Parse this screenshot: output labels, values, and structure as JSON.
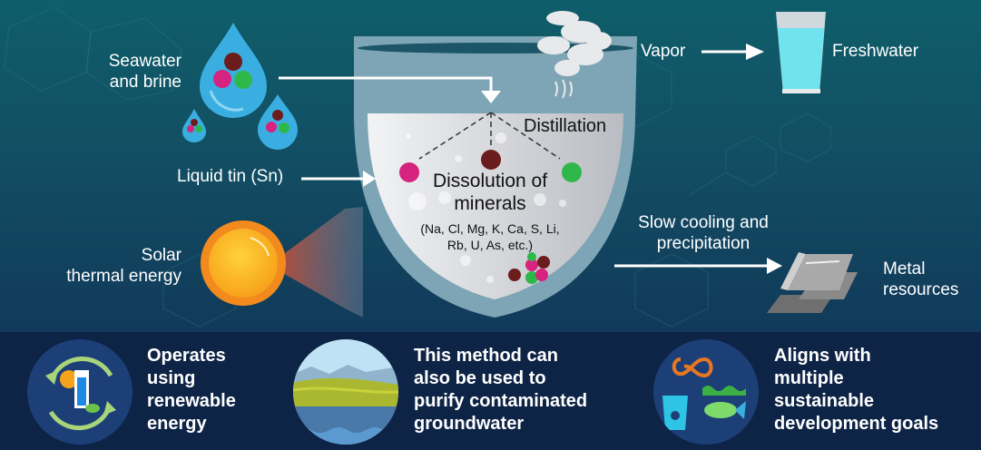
{
  "labels": {
    "seawater": [
      "Seawater",
      "and brine"
    ],
    "liquid_tin": "Liquid tin (Sn)",
    "solar": [
      "Solar",
      "thermal energy"
    ],
    "vapor": "Vapor",
    "freshwater": "Freshwater",
    "distillation": "Distillation",
    "dissolution": [
      "Dissolution of",
      "minerals"
    ],
    "elements": [
      "(Na, Cl, Mg, K, Ca, S, Li,",
      "Rb, U, As, etc.)"
    ],
    "cooling": [
      "Slow cooling and",
      "precipitation"
    ],
    "metal": [
      "Metal",
      "resources"
    ]
  },
  "benefits": [
    {
      "icon": "renewable-energy-icon",
      "lines": [
        "Operates",
        "using",
        "renewable",
        "energy"
      ]
    },
    {
      "icon": "groundwater-landscape-icon",
      "lines": [
        "This method can",
        "also be used to",
        "purify contaminated",
        "groundwater"
      ]
    },
    {
      "icon": "sustainable-goals-icon",
      "lines": [
        "Aligns with",
        "multiple",
        "sustainable",
        "development goals"
      ]
    }
  ],
  "colors": {
    "mineral_magenta": "#d6237f",
    "mineral_brown": "#6b1d1d",
    "mineral_green": "#2fb84a",
    "water_blue": "#3aaee0",
    "sun_orange": "#f7a21b",
    "panel_bg": "#0e2446"
  }
}
